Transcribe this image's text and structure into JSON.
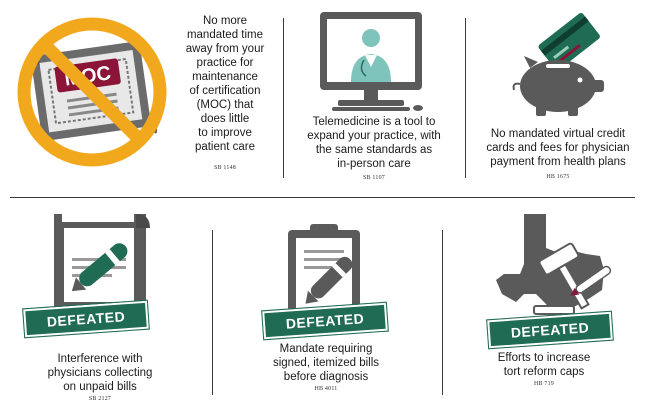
{
  "items": [
    {
      "caption": "No more\nmandated time\naway from your\npractice for\nmaintenance\nof certification\n(MOC) that\ndoes little\nto improve\npatient care",
      "bill": "SB 1148",
      "icon_label": "MOC"
    },
    {
      "caption": "Telemedicine is a tool to\nexpand your practice, with\nthe same standards as\nin-person care",
      "bill": "SB 1107"
    },
    {
      "caption": "No mandated virtual credit\ncards and fees for physician\npayment from health plans",
      "bill": "HB 1675"
    },
    {
      "caption": "Interference with\nphysicians collecting\non unpaid bills",
      "bill": "SB 2127",
      "stamp": "DEFEATED"
    },
    {
      "caption": "Mandate requiring\nsigned, itemized bills\nbefore diagnosis",
      "bill": "HB 4011",
      "stamp": "DEFEATED"
    },
    {
      "caption": "Efforts to increase\ntort reform caps",
      "bill": "HB 719",
      "stamp": "DEFEATED"
    }
  ],
  "colors": {
    "gray": "#5a5a5a",
    "green": "#1f6b53",
    "orange": "#f2a81d",
    "maroon": "#8a1538",
    "teal": "#7fc4bc"
  }
}
